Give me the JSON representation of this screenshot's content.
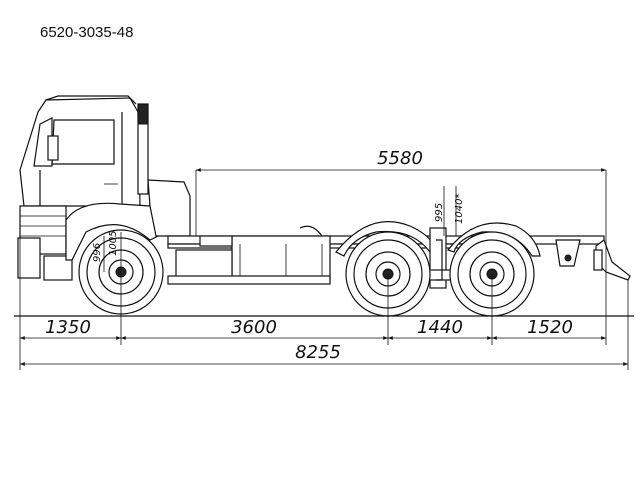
{
  "model_code": "6520-3035-48",
  "dimensions": {
    "frame_length": "5580",
    "front_overhang": "1350",
    "wheelbase": "3600",
    "bogie_spacing": "1440",
    "rear_overhang": "1520",
    "overall_length": "8255",
    "front_tire_height": "996",
    "front_wheel_height": "1005",
    "frame_height_rear": "995",
    "frame_height_loaded": "1040*"
  }
}
